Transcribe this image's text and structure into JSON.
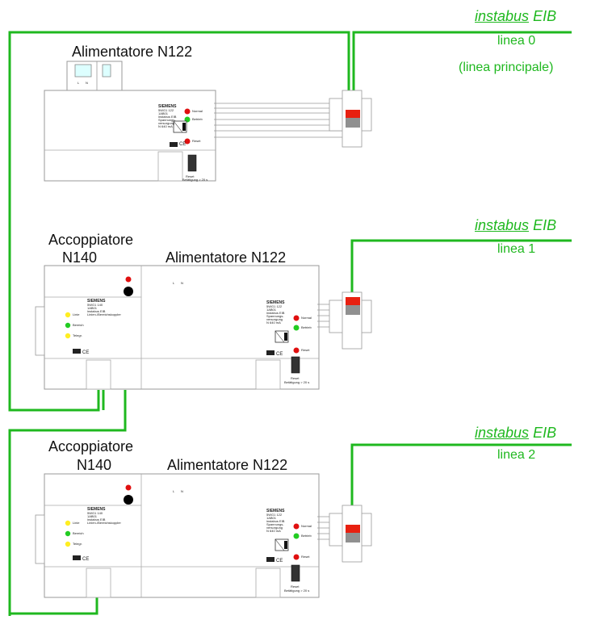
{
  "diagram": {
    "bus": {
      "name_underlined": "instabus",
      "name_rest": "EIB"
    },
    "lines": [
      {
        "label": "linea 0",
        "sublabel": "(linea principale)"
      },
      {
        "label": "linea 1"
      },
      {
        "label": "linea 2"
      }
    ],
    "devices": {
      "power_supply": "Alimentatore N122",
      "coupler_line1": "Accoppiatore",
      "coupler_line2": "N140"
    },
    "device_print": {
      "brand": "SIEMENS",
      "psu_model": "5WG1 122",
      "psu_order": "1AB01",
      "psu_text1": "instabus EIB",
      "psu_text2": "Spannungs-",
      "psu_text3": "versorgung",
      "psu_text4": "N 640 mA",
      "coupler_model": "5WG1 140",
      "coupler_order": "1AB01",
      "coupler_text1": "instabus EIB",
      "coupler_text2": "Linien-/Bereichskoppler",
      "led_normal": "Normal",
      "led_betrieb": "Betrieb",
      "led_reset": "Reset",
      "led_linie": "Linie",
      "led_bereich": "Bereich",
      "led_telegr": "Telegr.",
      "reset_caption1": "Reset",
      "reset_caption2": "Betätigung > 20 s",
      "terminal_l": "L",
      "terminal_n": "N",
      "ce": "CE",
      "eib_mark": "EIB"
    },
    "colors": {
      "bus_line": "#1fb81f",
      "led_red": "#e01010",
      "led_green": "#22cc22",
      "led_yellow": "#ffee22",
      "led_black": "#000000",
      "connector_red": "#e82010",
      "connector_grey": "#909090"
    }
  }
}
